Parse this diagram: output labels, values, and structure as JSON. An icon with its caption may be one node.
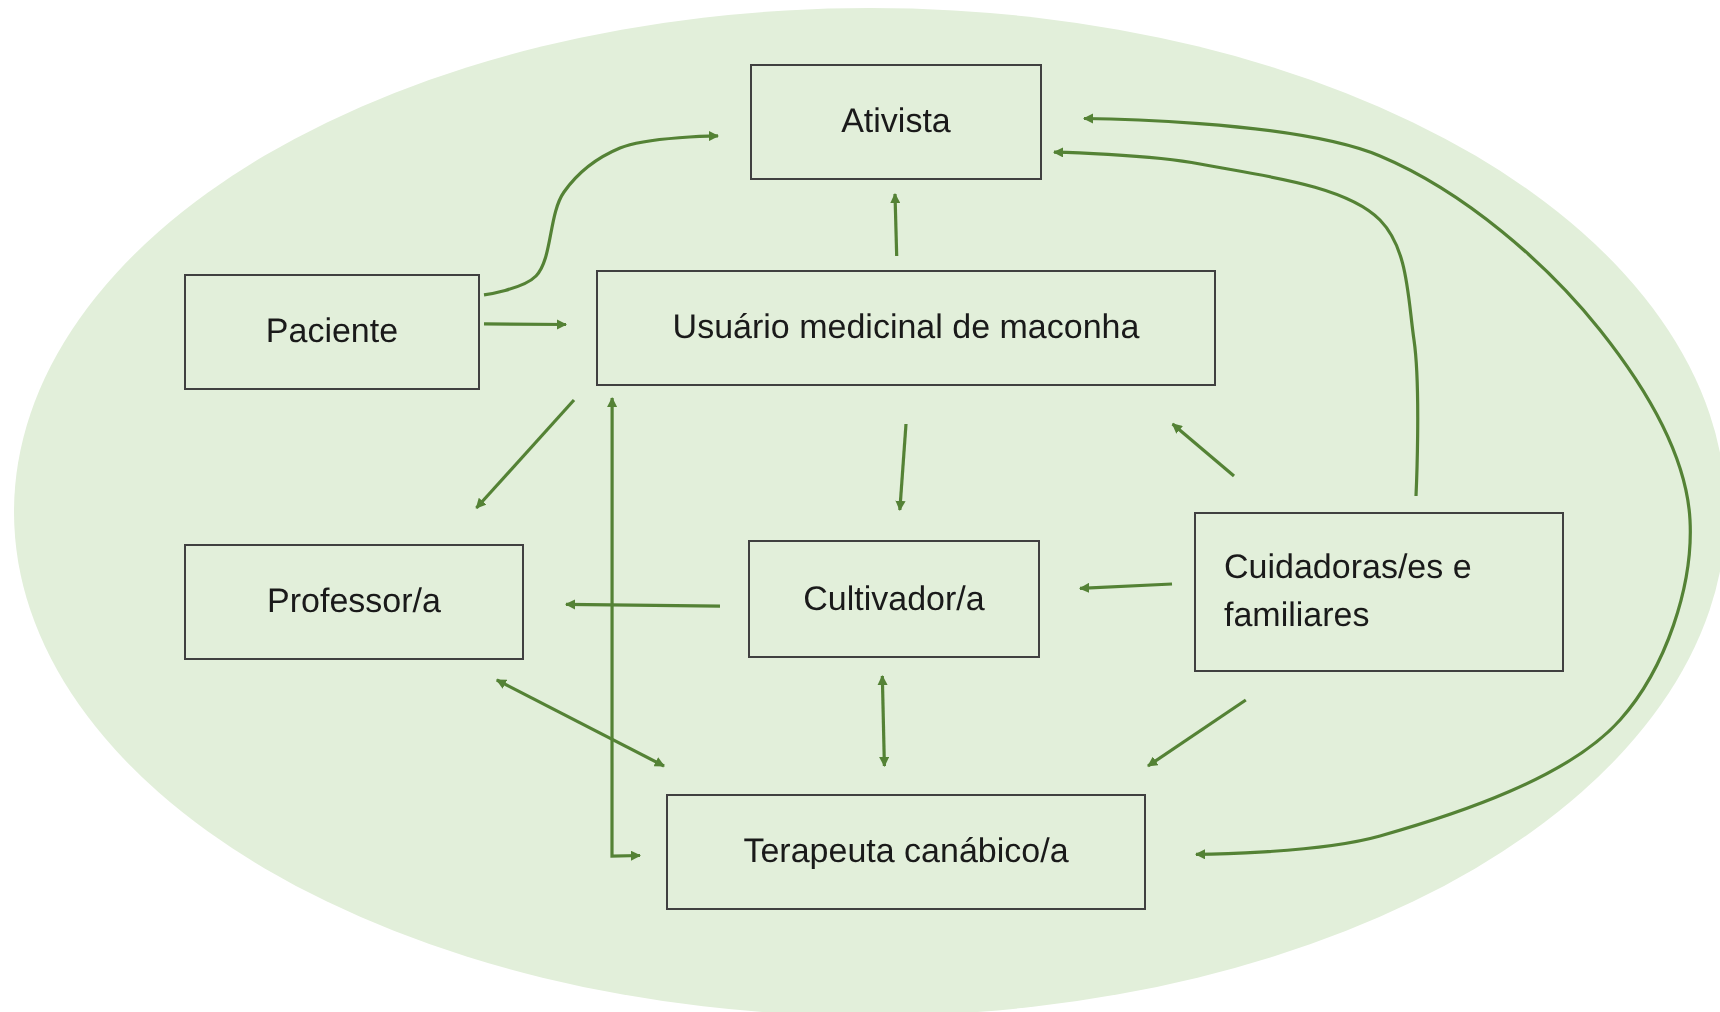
{
  "diagram": {
    "nodes": [
      {
        "text": [
          "Ativista"
        ]
      },
      {
        "text": [
          "Paciente"
        ]
      },
      {
        "text": [
          "Usuário medicinal de maconha"
        ]
      },
      {
        "text": [
          "Professor/a"
        ]
      },
      {
        "text": [
          "Cultivador/a"
        ]
      },
      {
        "text": [
          "Cuidadoras/es e familiares"
        ]
      },
      {
        "text": [
          "Terapeuta canábico/a"
        ]
      }
    ],
    "edges": [
      {
        "from": 1,
        "to": 0,
        "arrow": "to"
      },
      {
        "from": 1,
        "to": 2,
        "arrow": "to"
      },
      {
        "from": 2,
        "to": 0,
        "arrow": "to"
      },
      {
        "from": 2,
        "to": 3,
        "arrow": "to"
      },
      {
        "from": 2,
        "to": 4,
        "arrow": "to"
      },
      {
        "from": 2,
        "to": 6,
        "arrow": "both"
      },
      {
        "from": 5,
        "to": 2,
        "arrow": "to"
      },
      {
        "from": 5,
        "to": 4,
        "arrow": "to"
      },
      {
        "from": 4,
        "to": 3,
        "arrow": "to"
      },
      {
        "from": 3,
        "to": 6,
        "arrow": "both"
      },
      {
        "from": 4,
        "to": 6,
        "arrow": "both"
      },
      {
        "from": 5,
        "to": 6,
        "arrow": "to"
      },
      {
        "from": 5,
        "to": 0,
        "arrow": "to"
      },
      {
        "from": 0,
        "to": 6,
        "arrow": "both"
      }
    ]
  }
}
